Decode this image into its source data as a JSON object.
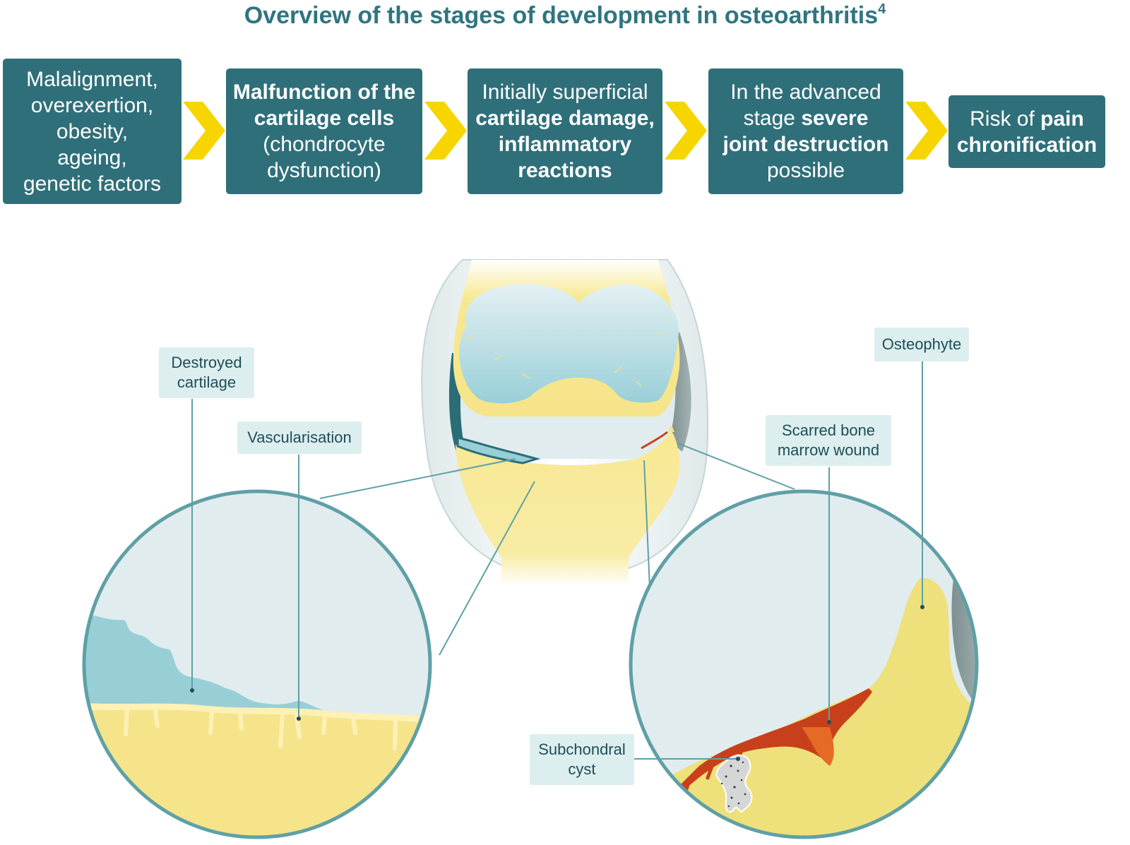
{
  "title": {
    "text": "Overview of the stages of development in osteoarthritis",
    "superscript": "4"
  },
  "steps": [
    {
      "lines": [
        [
          {
            "t": "Malalignment,",
            "b": false
          }
        ],
        [
          {
            "t": "overexertion,",
            "b": false
          }
        ],
        [
          {
            "t": "obesity,",
            "b": false
          }
        ],
        [
          {
            "t": "ageing,",
            "b": false
          }
        ],
        [
          {
            "t": "genetic factors",
            "b": false
          }
        ]
      ]
    },
    {
      "lines": [
        [
          {
            "t": "Malfunction of the",
            "b": true
          }
        ],
        [
          {
            "t": "cartilage cells",
            "b": true
          }
        ],
        [
          {
            "t": "(chondrocyte",
            "b": false
          }
        ],
        [
          {
            "t": "dysfunction)",
            "b": false
          }
        ]
      ]
    },
    {
      "lines": [
        [
          {
            "t": "Initially superficial",
            "b": false
          }
        ],
        [
          {
            "t": "cartilage damage,",
            "b": true
          }
        ],
        [
          {
            "t": "inflammatory",
            "b": true
          }
        ],
        [
          {
            "t": "reactions",
            "b": true
          }
        ]
      ]
    },
    {
      "lines": [
        [
          {
            "t": "In the advanced",
            "b": false
          }
        ],
        [
          {
            "t": "stage ",
            "b": false
          },
          {
            "t": "severe",
            "b": true
          }
        ],
        [
          {
            "t": "joint destruction",
            "b": true
          }
        ],
        [
          {
            "t": "possible",
            "b": false
          }
        ]
      ]
    },
    {
      "lines": [
        [
          {
            "t": "Risk of ",
            "b": false
          },
          {
            "t": "pain",
            "b": true
          }
        ],
        [
          {
            "t": "chronification",
            "b": true
          }
        ]
      ]
    }
  ],
  "labels": {
    "destroyed_cartilage": [
      "Destroyed",
      "cartilage"
    ],
    "vascularisation": [
      "Vascularisation"
    ],
    "osteophyte": [
      "Osteophyte"
    ],
    "scarred_bone_marrow_wound": [
      "Scarred bone",
      "marrow wound"
    ],
    "subchondral_cyst": [
      "Subchondral",
      "cyst"
    ]
  },
  "colors": {
    "step_box": "#2f6f7a",
    "chevron": "#f7d500",
    "title": "#2f7580",
    "label_bg": "#ddeeef",
    "circle_stroke": "#5fa0a6",
    "bone": "#f5e48a",
    "cartilage": "#9ed1d9",
    "wound": "#c8401b"
  }
}
